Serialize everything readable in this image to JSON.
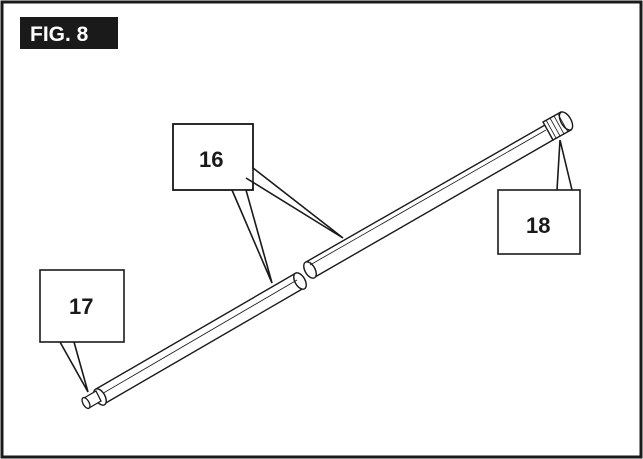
{
  "figure": {
    "title": "FIG. 8"
  },
  "callouts": [
    {
      "id": "16",
      "label": "16"
    },
    {
      "id": "17",
      "label": "17"
    },
    {
      "id": "18",
      "label": "18"
    }
  ],
  "colors": {
    "line": "#1a1a1a",
    "badge_bg": "#1a1a1a",
    "badge_text": "#ffffff",
    "background": "#ffffff"
  }
}
